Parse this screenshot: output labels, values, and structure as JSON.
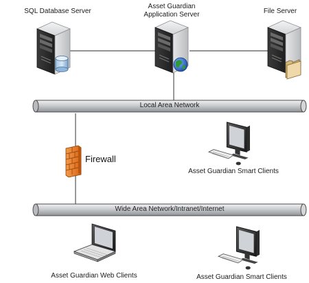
{
  "nodes": {
    "sql_server": {
      "label": "SQL Database Server"
    },
    "app_server": {
      "label_line1": "Asset Guardian",
      "label_line2": "Application Server"
    },
    "file_server": {
      "label": "File Server"
    },
    "firewall": {
      "label": "Firewall"
    },
    "smart_clients_lan": {
      "label": "Asset Guardian Smart Clients"
    },
    "web_clients": {
      "label": "Asset Guardian Web Clients"
    },
    "smart_clients_wan": {
      "label": "Asset Guardian Smart Clients"
    }
  },
  "networks": {
    "lan": {
      "label": "Local Area Network"
    },
    "wan": {
      "label": "Wide Area Network/Intranet/Internet"
    }
  },
  "icons": {
    "server": "server-tower-icon",
    "database": "database-icon",
    "globe": "globe-icon",
    "folder": "folder-icon",
    "firewall": "firewall-brick-icon",
    "desktop": "desktop-computer-icon",
    "laptop": "laptop-icon"
  },
  "colors": {
    "pipe_fill": "#c9cbce",
    "server_body": "#d9dadc",
    "server_dark": "#2b2b2b",
    "firewall": "#e8792a",
    "globe_green": "#2e9a3c",
    "globe_blue": "#2b62b8",
    "line": "#555555"
  }
}
